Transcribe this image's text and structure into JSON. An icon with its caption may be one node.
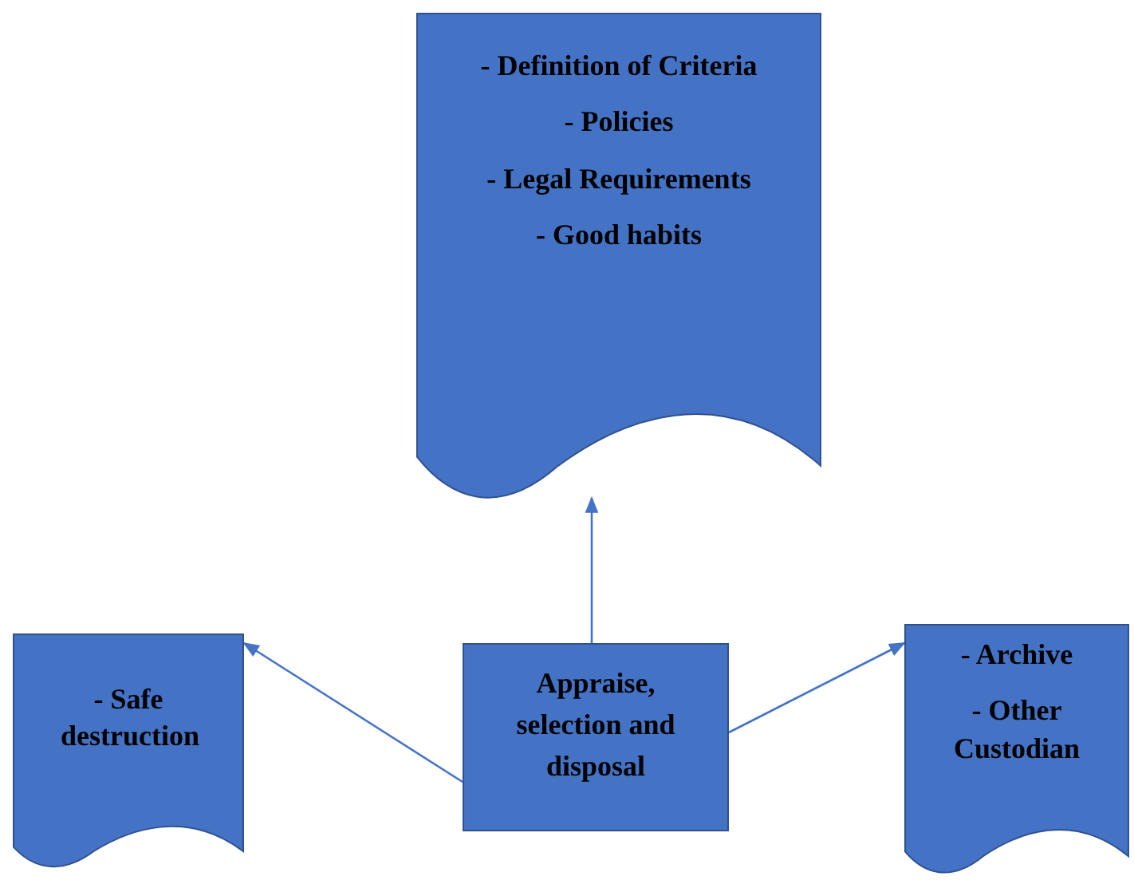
{
  "diagram": {
    "nodes": [
      {
        "text": [
          "- Definition of Criteria",
          "- Policies",
          "- Legal Requirements",
          "- Good habits"
        ]
      },
      {
        "text": [
          "- Safe destruction"
        ]
      },
      {
        "text": [
          "Appraise, selection and disposal"
        ]
      },
      {
        "text": [
          "- Archive",
          "- Other Custodian"
        ]
      }
    ],
    "edges": [
      {
        "from": 2,
        "to": 0,
        "arrow": "to"
      },
      {
        "from": 2,
        "to": 1,
        "arrow": "to"
      },
      {
        "from": 2,
        "to": 3,
        "arrow": "to"
      }
    ]
  }
}
